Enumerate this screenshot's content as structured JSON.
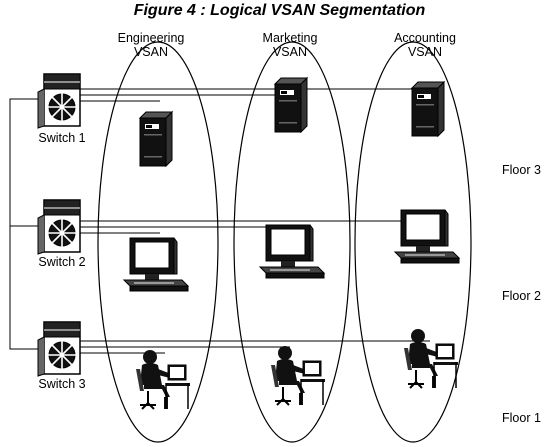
{
  "figure": {
    "title": "Figure 4 : Logical VSAN Segmentation"
  },
  "vsans": [
    {
      "line1": "Engineering",
      "line2": "VSAN"
    },
    {
      "line1": "Marketing",
      "line2": "VSAN"
    },
    {
      "line1": "Accounting",
      "line2": "VSAN"
    }
  ],
  "switches": [
    {
      "label": "Switch 1"
    },
    {
      "label": "Switch 2"
    },
    {
      "label": "Switch 3"
    }
  ],
  "floors": [
    {
      "label": "Floor 3"
    },
    {
      "label": "Floor 2"
    },
    {
      "label": "Floor 1"
    }
  ],
  "icons": {
    "switch": "fibre-channel-switch-icon",
    "server": "server-tower-icon",
    "workstation": "computer-workstation-icon",
    "user": "person-at-desk-icon"
  }
}
